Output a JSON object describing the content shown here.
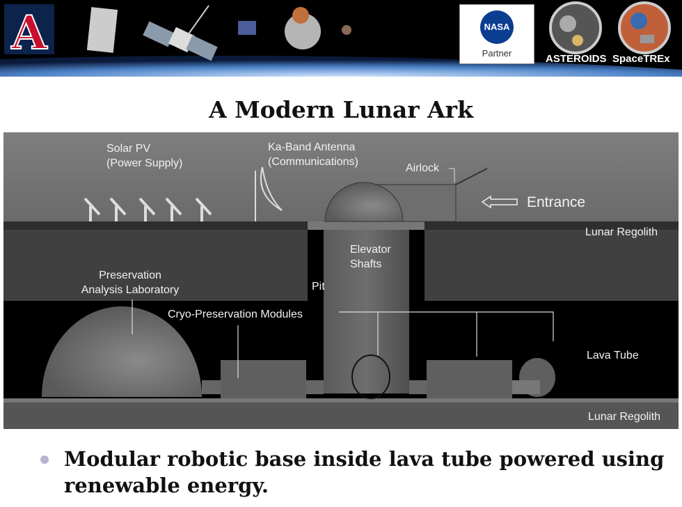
{
  "header": {
    "university_logo": "A",
    "partner_logo": {
      "text": "NASA",
      "caption": "Partner"
    },
    "badges": [
      {
        "label": "ASTEROIDS"
      },
      {
        "label": "SpaceTREx"
      }
    ]
  },
  "slide": {
    "title": "A Modern Lunar Ark",
    "diagram": {
      "labels": {
        "solar_pv": "Solar PV",
        "solar_pv_sub": "(Power Supply)",
        "antenna": "Ka-Band Antenna",
        "antenna_sub": "(Communications)",
        "airlock": "Airlock",
        "entrance": "Entrance",
        "regolith_top": "Lunar Regolith",
        "elevator": "Elevator",
        "elevator_sub": "Shafts",
        "pit": "Pit",
        "lab": "Preservation",
        "lab_sub": "Analysis Laboratory",
        "cryo": "Cryo-Preservation Modules",
        "lava_tube": "Lava Tube",
        "regolith_bottom": "Lunar Regolith"
      }
    },
    "bullets": [
      "Modular robotic base inside lava tube powered using renewable energy."
    ]
  }
}
